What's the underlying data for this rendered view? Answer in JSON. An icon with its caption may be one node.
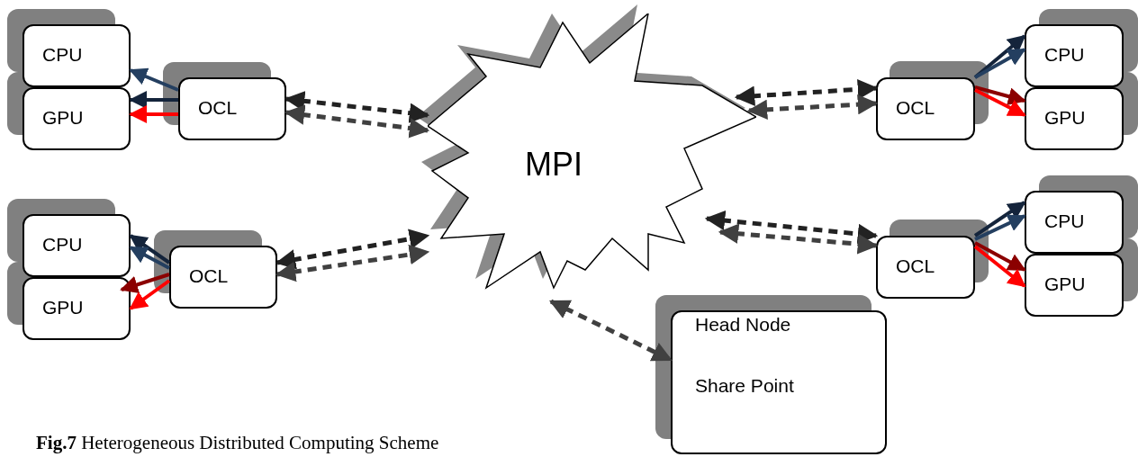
{
  "diagram": {
    "caption": "**Fig.7** Heterogeneous Distributed Computing Scheme",
    "nodes": [
      {
        "text": [
          "CPU"
        ]
      },
      {
        "text": [
          "GPU"
        ]
      },
      {
        "text": [
          "OCL"
        ]
      },
      {
        "text": [
          "MPI"
        ]
      },
      {
        "text": [
          "OCL"
        ]
      },
      {
        "text": [
          "CPU"
        ]
      },
      {
        "text": [
          "GPU"
        ]
      },
      {
        "text": [
          "CPU"
        ]
      },
      {
        "text": [
          "GPU"
        ]
      },
      {
        "text": [
          "OCL"
        ]
      },
      {
        "text": [
          "OCL"
        ]
      },
      {
        "text": [
          "CPU"
        ]
      },
      {
        "text": [
          "GPU"
        ]
      },
      {
        "text": [
          "Head Node",
          "Share Point"
        ]
      }
    ],
    "edges": [
      {
        "from": 2,
        "to": 0,
        "arrow": "to",
        "color": "#243f60"
      },
      {
        "from": 2,
        "to": 1,
        "arrow": "to",
        "color": "#14243b"
      },
      {
        "from": 2,
        "to": 1,
        "arrow": "to",
        "color": "#ff0000"
      },
      {
        "from": 2,
        "to": 3,
        "arrow": "both",
        "style": "dashed",
        "color": "#222222"
      },
      {
        "from": 2,
        "to": 3,
        "arrow": "both",
        "style": "dashed",
        "color": "#404040"
      },
      {
        "from": 4,
        "to": 5,
        "arrow": "to",
        "color": "#14243b"
      },
      {
        "from": 4,
        "to": 5,
        "arrow": "to",
        "color": "#243f60"
      },
      {
        "from": 4,
        "to": 6,
        "arrow": "to",
        "color": "#8b0000"
      },
      {
        "from": 4,
        "to": 6,
        "arrow": "to",
        "color": "#ff0000"
      },
      {
        "from": 3,
        "to": 4,
        "arrow": "both",
        "style": "dashed",
        "color": "#222222"
      },
      {
        "from": 3,
        "to": 4,
        "arrow": "both",
        "style": "dashed",
        "color": "#404040"
      },
      {
        "from": 9,
        "to": 7,
        "arrow": "to",
        "color": "#14243b"
      },
      {
        "from": 9,
        "to": 7,
        "arrow": "to",
        "color": "#243f60"
      },
      {
        "from": 9,
        "to": 8,
        "arrow": "to",
        "color": "#8b0000"
      },
      {
        "from": 9,
        "to": 8,
        "arrow": "to",
        "color": "#ff0000"
      },
      {
        "from": 9,
        "to": 3,
        "arrow": "both",
        "style": "dashed",
        "color": "#222222"
      },
      {
        "from": 9,
        "to": 3,
        "arrow": "both",
        "style": "dashed",
        "color": "#404040"
      },
      {
        "from": 10,
        "to": 11,
        "arrow": "to",
        "color": "#14243b"
      },
      {
        "from": 10,
        "to": 11,
        "arrow": "to",
        "color": "#243f60"
      },
      {
        "from": 10,
        "to": 12,
        "arrow": "to",
        "color": "#8b0000"
      },
      {
        "from": 10,
        "to": 12,
        "arrow": "to",
        "color": "#ff0000"
      },
      {
        "from": 3,
        "to": 10,
        "arrow": "both",
        "style": "dashed",
        "color": "#222222"
      },
      {
        "from": 3,
        "to": 10,
        "arrow": "both",
        "style": "dashed",
        "color": "#404040"
      },
      {
        "from": 3,
        "to": 13,
        "arrow": "both",
        "style": "dashed",
        "color": "#404040"
      }
    ]
  }
}
